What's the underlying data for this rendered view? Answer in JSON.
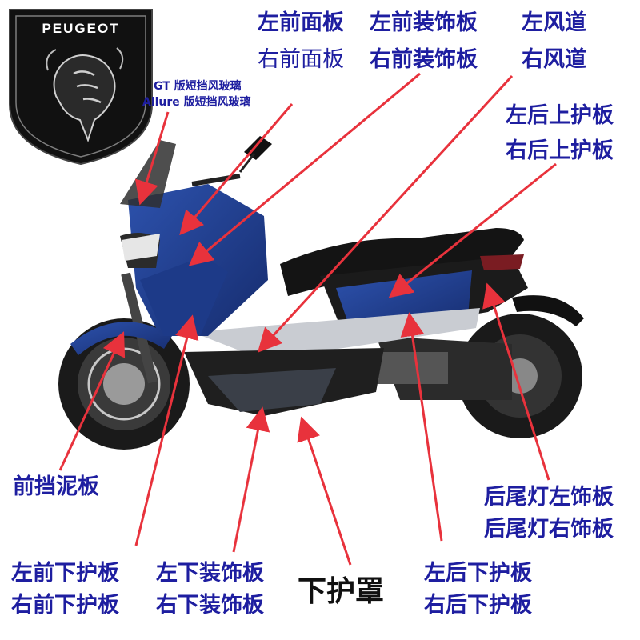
{
  "brand": {
    "name": "PEUGEOT",
    "logo_icon": "peugeot-lion-shield-icon"
  },
  "labels": {
    "top_row1": [
      "左前面板",
      "左前装饰板",
      "左风道"
    ],
    "top_row2": [
      "右前面板",
      "右前装饰板",
      "右风道"
    ],
    "windshield": [
      "GT 版短挡风玻璃",
      "Allure 版短挡风玻璃"
    ],
    "rear_upper": [
      "左后上护板",
      "右后上护板"
    ],
    "front_fender": "前挡泥板",
    "rear_light_trim": [
      "后尾灯左饰板",
      "后尾灯右饰板"
    ],
    "front_lower": [
      "左前下护板",
      "右前下护板"
    ],
    "lower_trim": [
      "左下装饰板",
      "右下装饰板"
    ],
    "under_cover": "下护罩",
    "rear_lower": [
      "左后下护板",
      "右后下护板"
    ]
  },
  "colors": {
    "label_text": "#1e1ea0",
    "arrow": "#e8323c",
    "body_blue": "#1f3c8c",
    "logo_bg": "#111111"
  },
  "image": {
    "subject": "motorcycle-scooter-icon"
  }
}
